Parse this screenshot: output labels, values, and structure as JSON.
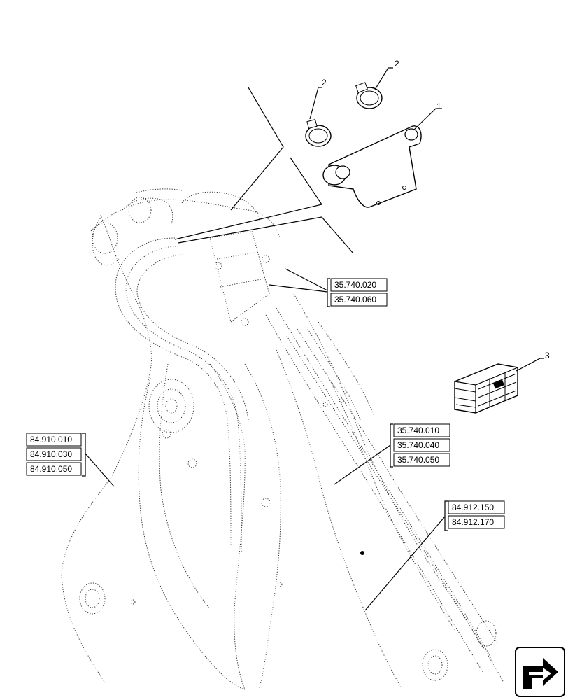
{
  "callouts": [
    {
      "id": "c1",
      "label": "1"
    },
    {
      "id": "c2a",
      "label": "2"
    },
    {
      "id": "c2b",
      "label": "2"
    },
    {
      "id": "c3",
      "label": "3"
    }
  ],
  "reference_groups": {
    "hoses_upper": [
      "35.740.020",
      "35.740.060"
    ],
    "hoses_mid": [
      "35.740.010",
      "35.740.040",
      "35.740.050"
    ],
    "boom_left": [
      "84.910.010",
      "84.910.030",
      "84.910.050"
    ],
    "boom_lower": [
      "84.912.150",
      "84.912.170"
    ]
  },
  "nav_icon": "next-page-arrow-icon"
}
